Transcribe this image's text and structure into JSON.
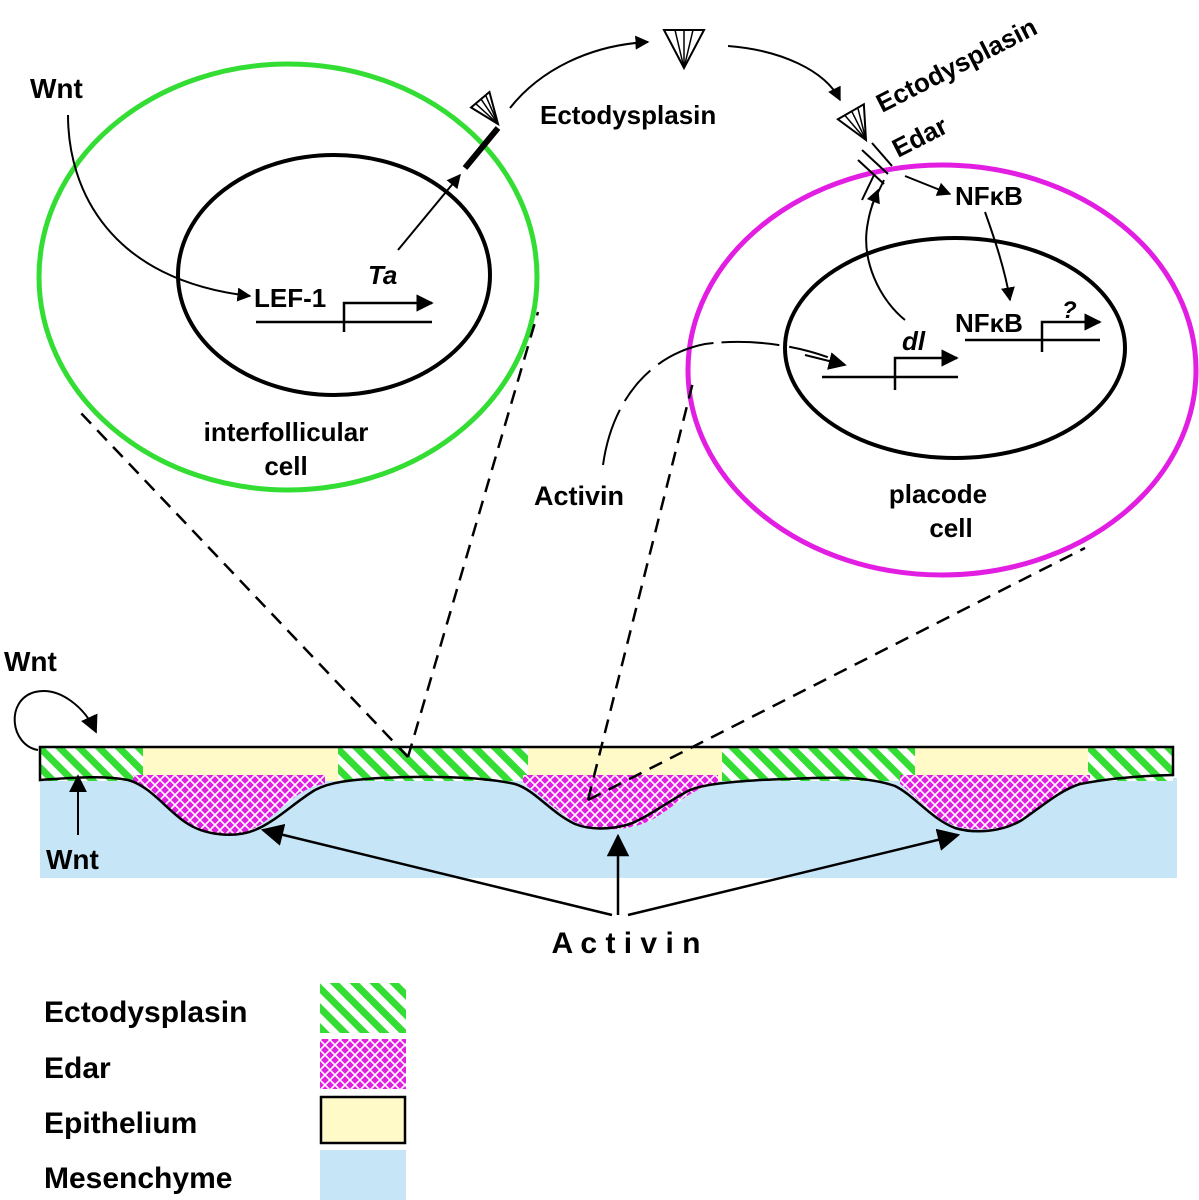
{
  "colors": {
    "green": "#33dd33",
    "magenta": "#e21ee2",
    "epithelium": "#fffac8",
    "mesenchyme": "#c6e6f8",
    "black": "#000000"
  },
  "labels": {
    "wnt_top": "Wnt",
    "lef1": "LEF-1",
    "ta": "Ta",
    "ectodysplasin_mid": "Ectodysplasin",
    "ectodysplasin_right": "Ectodysplasin",
    "edar": "Edar",
    "nfkb_outer": "NFκB",
    "nfkb_inner": "NFκB",
    "question": "?",
    "dl": "dl",
    "activin_mid": "Activin",
    "interfollicular_line1": "interfollicular",
    "interfollicular_line2": "cell",
    "placode_line1": "placode",
    "placode_line2": "cell",
    "wnt_left": "Wnt",
    "wnt_bottom": "Wnt",
    "activin_bottom": "A c t i v i n"
  },
  "legend": [
    {
      "label": "Ectodysplasin",
      "swatch": "hatch"
    },
    {
      "label": "Edar",
      "swatch": "crosshatch"
    },
    {
      "label": "Epithelium",
      "swatch": "epithelium"
    },
    {
      "label": "Mesenchyme",
      "swatch": "mesenchyme"
    }
  ]
}
